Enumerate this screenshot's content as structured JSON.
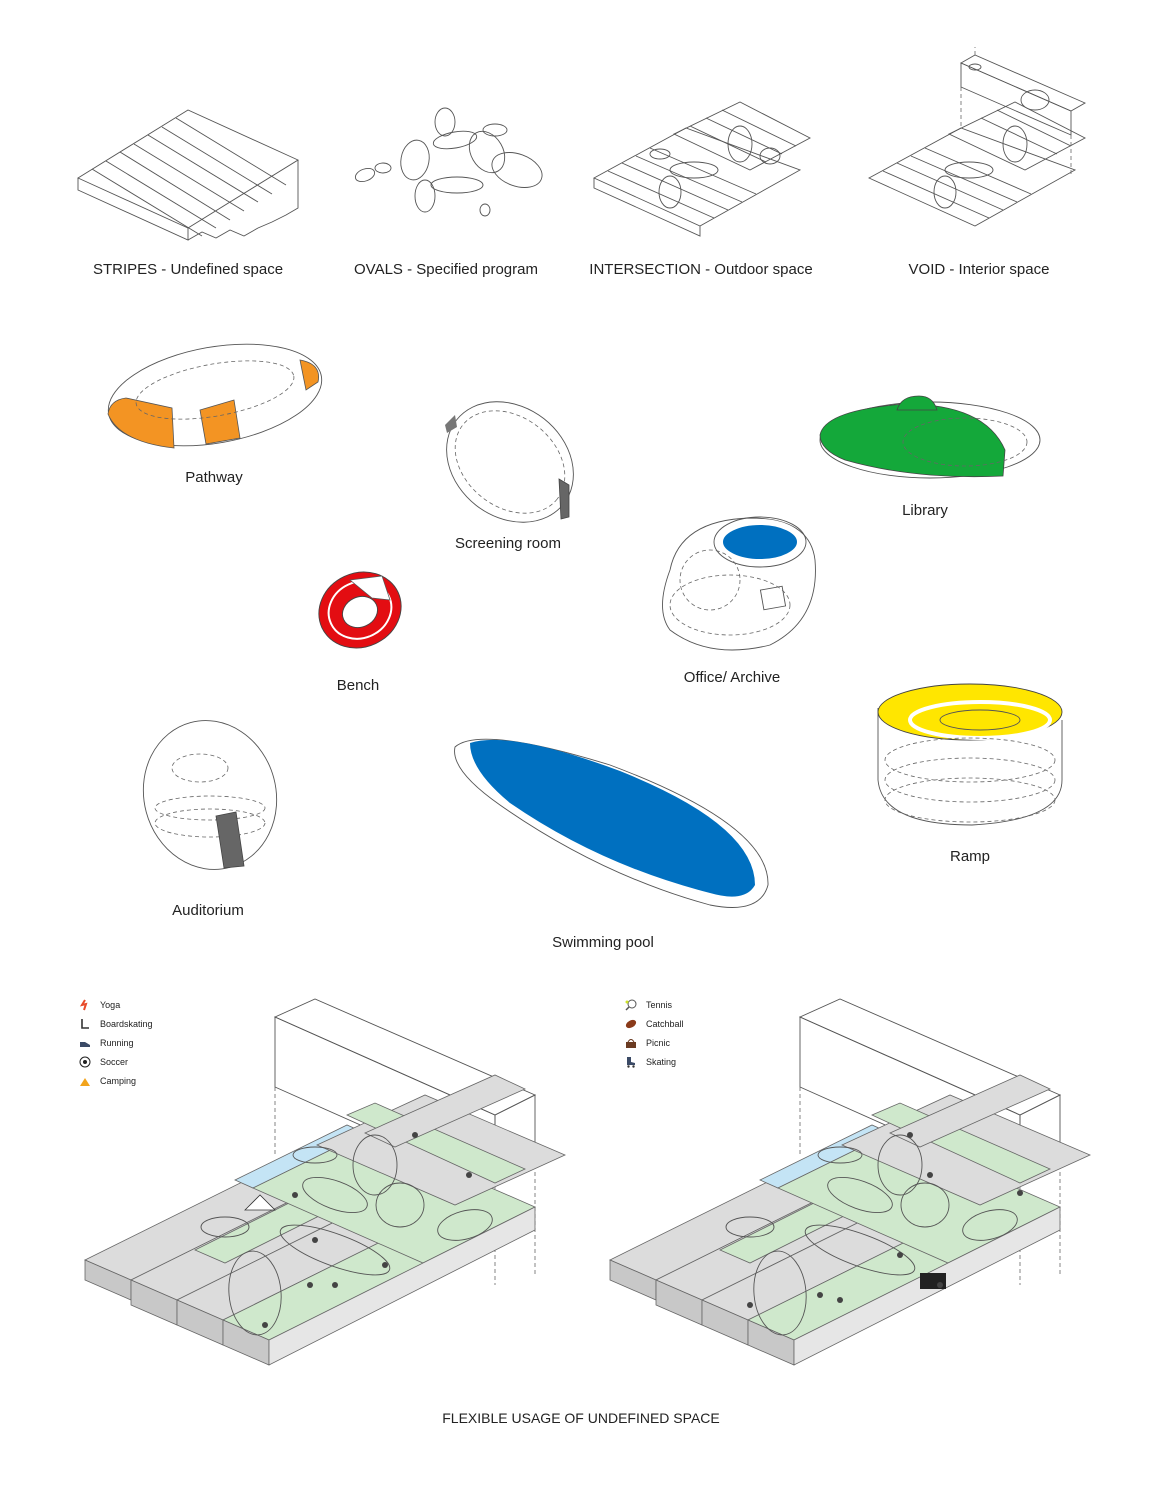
{
  "concept_row": [
    {
      "label": "STRIPES  -  Undefined space"
    },
    {
      "label": "OVALS  -  Specified program"
    },
    {
      "label": "INTERSECTION  -  Outdoor space"
    },
    {
      "label": "VOID  -  Interior space"
    }
  ],
  "programs": {
    "pathway": "Pathway",
    "screening": "Screening room",
    "library": "Library",
    "bench": "Bench",
    "office": "Office/ Archive",
    "auditorium": "Auditorium",
    "pool": "Swimming pool",
    "ramp": "Ramp"
  },
  "colors": {
    "orange": "#f39423",
    "green": "#14a83a",
    "red": "#e30d12",
    "blue": "#0070c0",
    "yellow": "#ffe600",
    "stripe_green": "#cfe8cc",
    "stripe_blue": "#c4e4f5",
    "stripe_grey": "#dcdcdc"
  },
  "legend_left": [
    {
      "label": "Yoga",
      "icon": "yoga-icon"
    },
    {
      "label": "Boardskating",
      "icon": "boardskating-icon"
    },
    {
      "label": "Running",
      "icon": "running-shoe-icon"
    },
    {
      "label": "Soccer",
      "icon": "soccer-ball-icon"
    },
    {
      "label": "Camping",
      "icon": "tent-icon"
    }
  ],
  "legend_right": [
    {
      "label": "Tennis",
      "icon": "tennis-racket-icon"
    },
    {
      "label": "Catchball",
      "icon": "football-icon"
    },
    {
      "label": "Picnic",
      "icon": "picnic-basket-icon"
    },
    {
      "label": "Skating",
      "icon": "roller-skate-icon"
    }
  ],
  "footer": {
    "title": "FLEXIBLE USAGE OF UNDEFINED SPACE"
  }
}
